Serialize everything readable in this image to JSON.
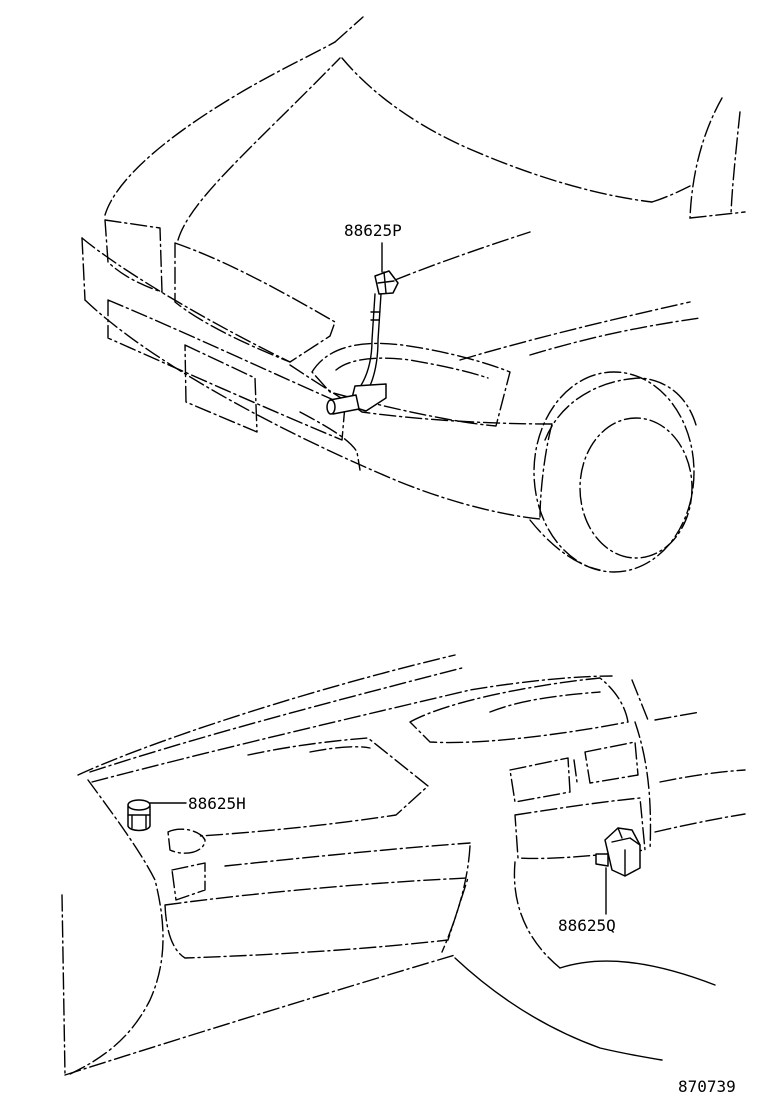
{
  "colors": {
    "line": "#000000",
    "background": "#ffffff"
  },
  "parts": {
    "top_sensor": {
      "label": "88625P"
    },
    "left_sensor": {
      "label": "88625H"
    },
    "right_sensor": {
      "label": "88625Q"
    }
  },
  "figure_id": "870739"
}
